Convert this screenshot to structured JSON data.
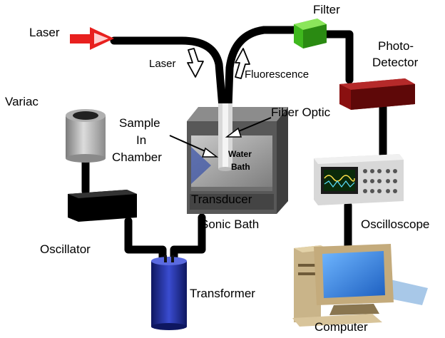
{
  "labels": {
    "laser_source": "Laser",
    "filter": "Filter",
    "photo_detector_1": "Photo-",
    "photo_detector_2": "Detector",
    "laser_beam": "Laser",
    "fluorescence": "Fluorescence",
    "variac": "Variac",
    "sample_1": "Sample",
    "sample_2": "In",
    "sample_3": "Chamber",
    "fiber_optic": "Fiber Optic",
    "water_bath_1": "Water",
    "water_bath_2": "Bath",
    "transducer": "Transducer",
    "sonic_bath": "Sonic Bath",
    "oscillator": "Oscillator",
    "oscilloscope": "Oscilloscope",
    "transformer": "Transformer",
    "computer": "Computer"
  },
  "colors": {
    "laser_arrow": "#e8201e",
    "filter": "#3fb81e",
    "photo_detector": "#8a1010",
    "transformer": "#1f2ea8",
    "cable": "#000000",
    "bath": "#5a5a5a",
    "screen": "#2a78d8"
  }
}
